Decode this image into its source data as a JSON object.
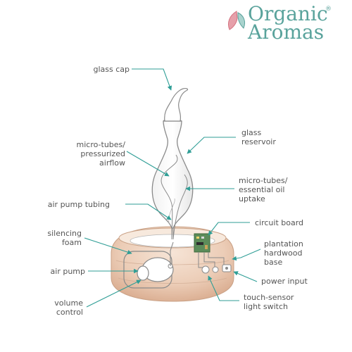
{
  "brand": {
    "line1": "Organic",
    "line2": "Aromas",
    "registered": "®",
    "color_primary": "#5aa39c",
    "color_accent": "#d4707e"
  },
  "colors": {
    "leader": "#2f9e96",
    "text": "#555555",
    "base_wood": "#e8c8b0",
    "glass_stroke": "#8a8a8a"
  },
  "labels": {
    "glass_cap": "glass cap",
    "micro_tubes_airflow": [
      "micro-tubes/",
      "pressurized",
      "airflow"
    ],
    "air_pump_tubing": "air pump tubing",
    "silencing_foam": [
      "silencing",
      "foam"
    ],
    "air_pump": "air pump",
    "volume_control": [
      "volume",
      "control"
    ],
    "glass_reservoir": [
      "glass",
      "reservoir"
    ],
    "micro_tubes_uptake": [
      "micro-tubes/",
      "essential oil",
      "uptake"
    ],
    "circuit_board": "circuit board",
    "plantation_base": [
      "plantation",
      "hardwood",
      "base"
    ],
    "power_input": "power input",
    "touch_sensor": [
      "touch-sensor",
      "light switch"
    ]
  }
}
